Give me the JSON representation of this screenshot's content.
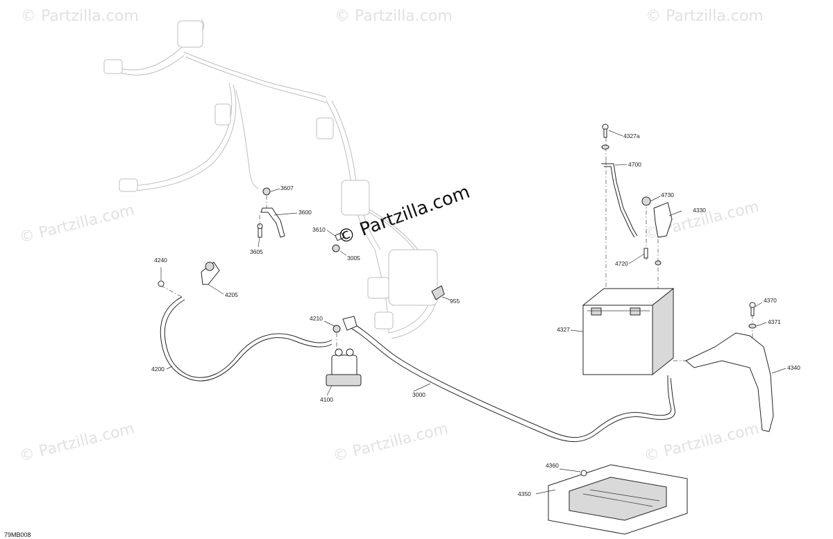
{
  "watermark": {
    "small_text": "© Partzilla.com",
    "main_text": "© Partzilla.com"
  },
  "diagram_code": "79MB008",
  "callouts": {
    "p4327a": "4327a",
    "p4700": "4700",
    "p4730": "4730",
    "p4330": "4330",
    "p4720": "4720",
    "p4327": "4327",
    "p4370": "4370",
    "p4371": "4371",
    "p4340": "4340",
    "p3607": "3607",
    "p3600": "3600",
    "p3605": "3605",
    "p3610": "3610",
    "p3005": "3005",
    "p955": "955",
    "p4240": "4240",
    "p4205": "4205",
    "p4200": "4200",
    "p4210": "4210",
    "p4100": "4100",
    "p3000": "3000",
    "p4360": "4360",
    "p4350": "4350"
  },
  "parts": [
    {
      "id": "harness",
      "name": "wiring-harness"
    },
    {
      "id": "battery",
      "name": "battery"
    },
    {
      "id": "solenoid",
      "name": "starter-solenoid"
    },
    {
      "id": "bracket",
      "name": "battery-support-bracket"
    },
    {
      "id": "tray",
      "name": "battery-tray"
    }
  ]
}
